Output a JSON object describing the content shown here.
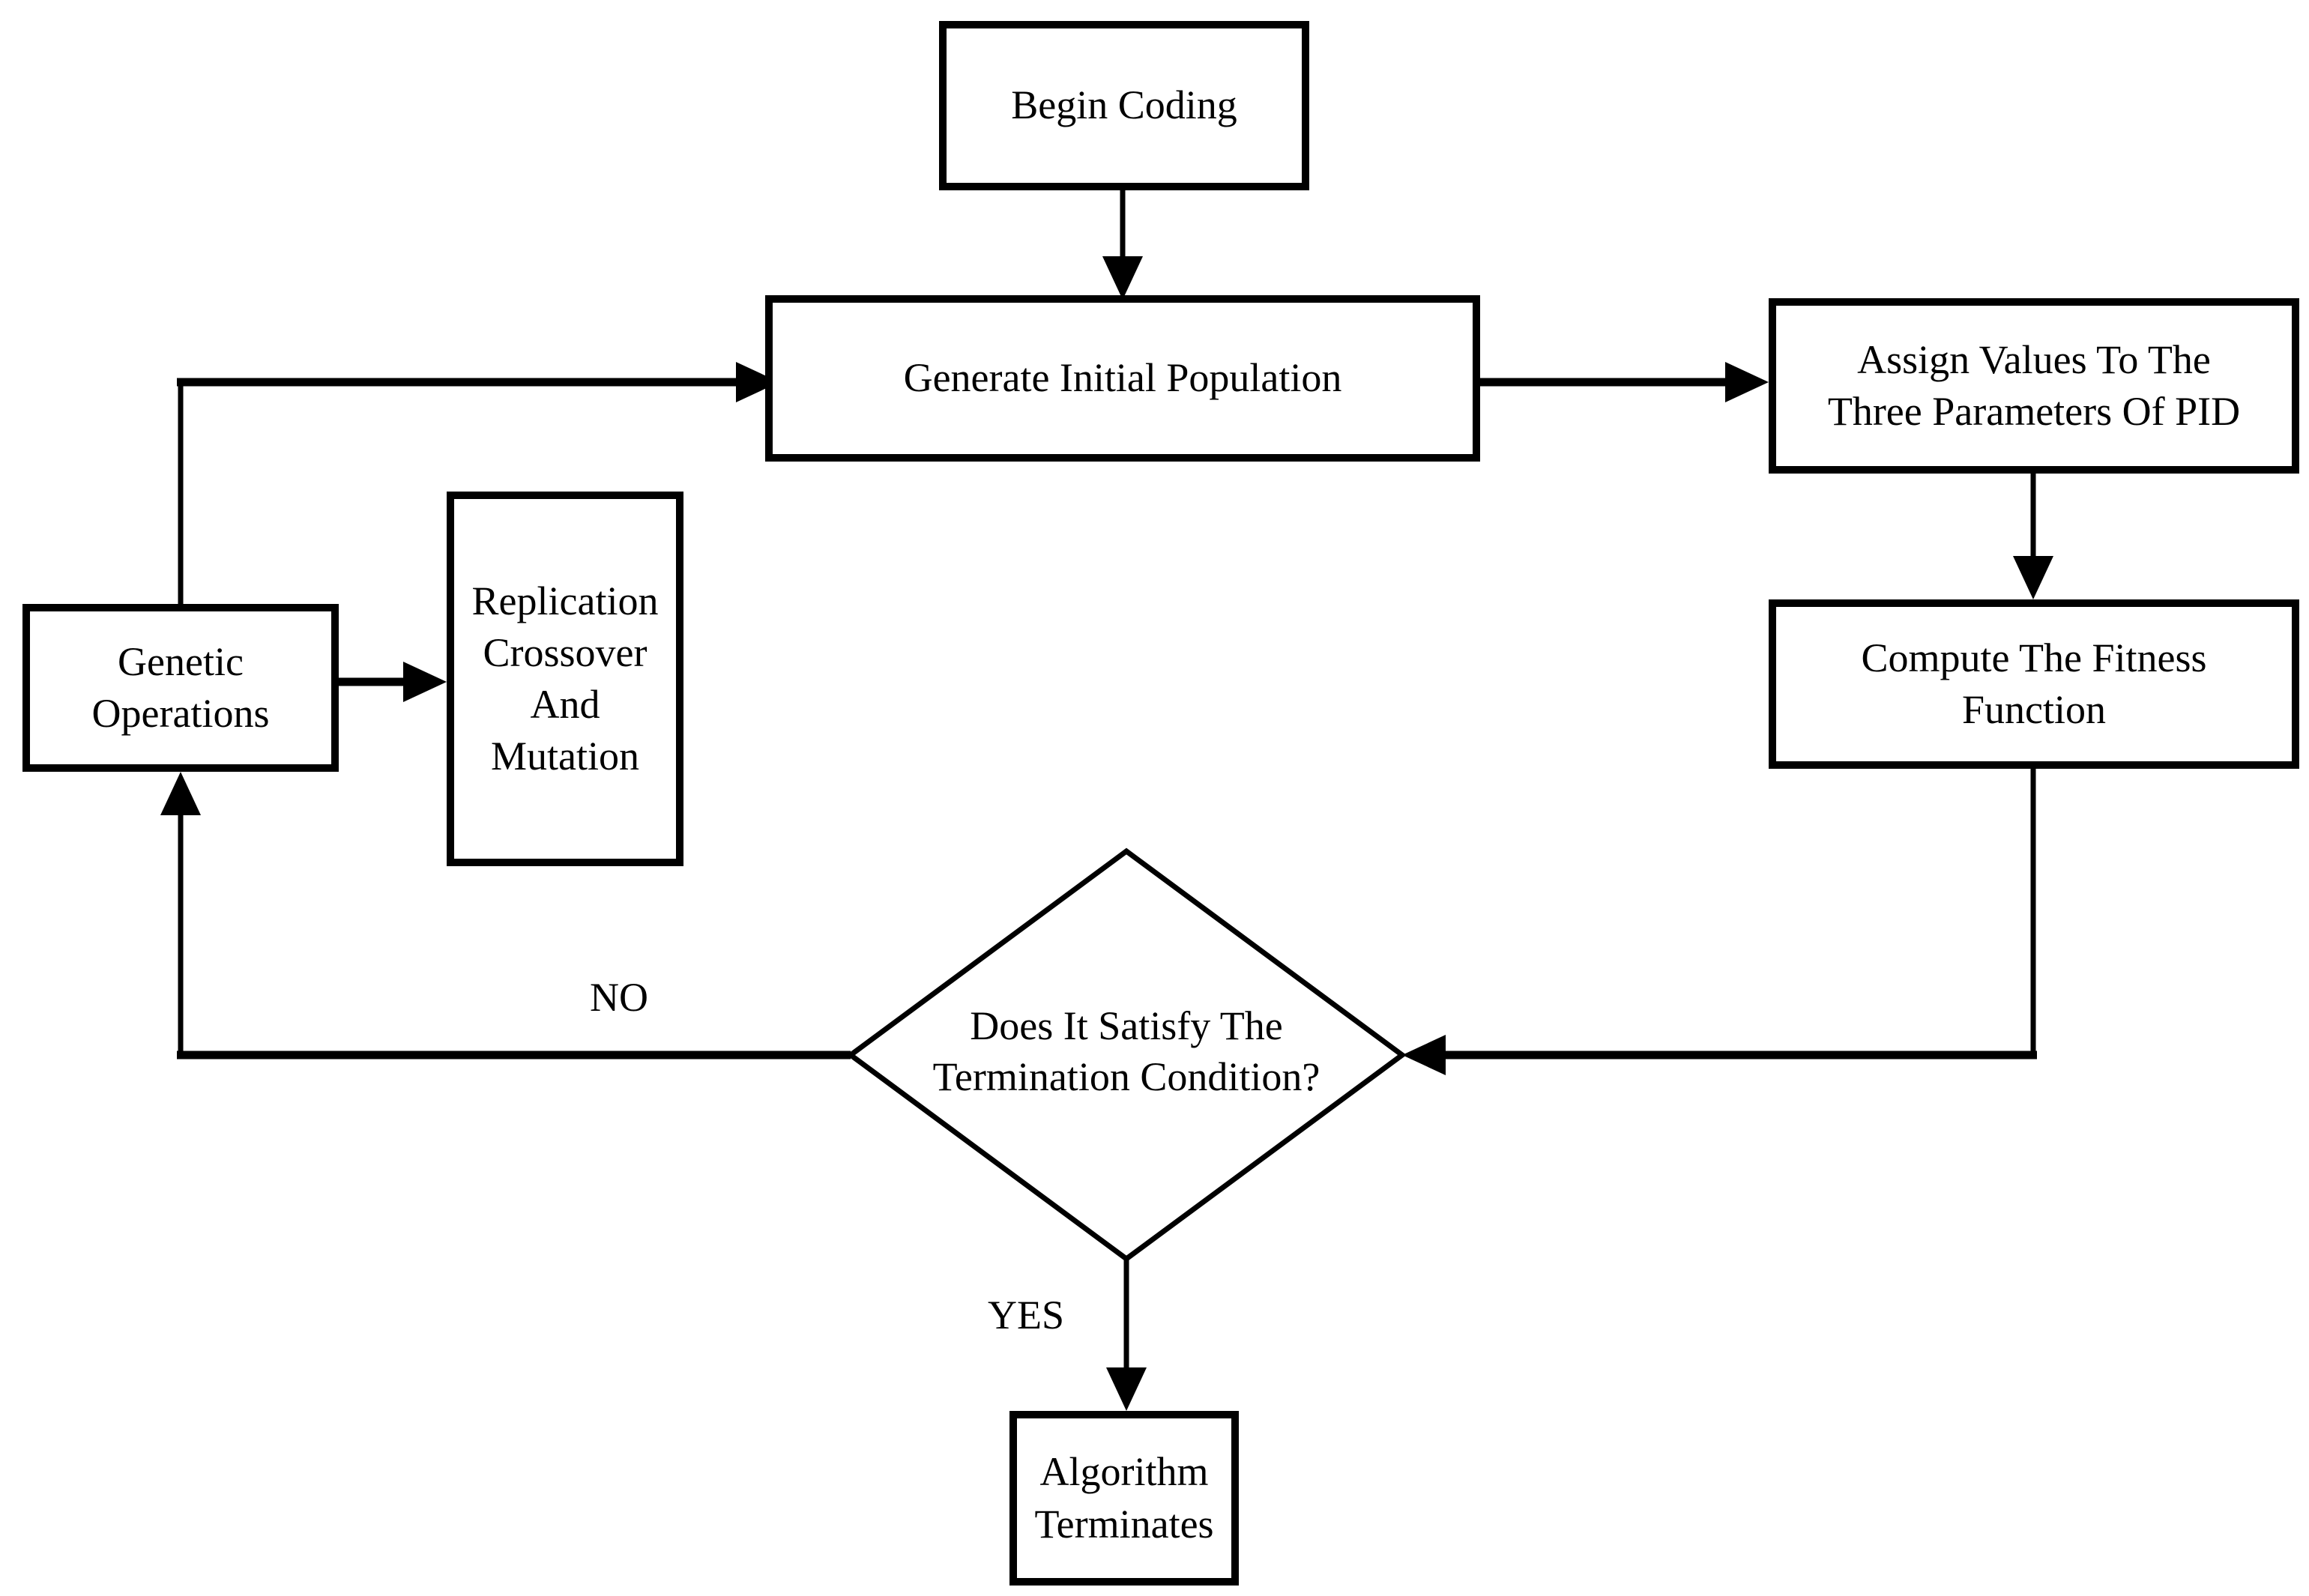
{
  "diagram": {
    "type": "flowchart",
    "colors": {
      "stroke": "#000000",
      "node_fill": "#ffffff",
      "text": "#000000",
      "background": "#ffffff"
    },
    "nodes": {
      "begin": {
        "label": "Begin Coding",
        "shape": "rect"
      },
      "generate": {
        "label": "Generate Initial Population",
        "shape": "rect"
      },
      "assign": {
        "label": "Assign Values To The\nThree Parameters Of PID",
        "shape": "rect"
      },
      "compute": {
        "label": "Compute The Fitness\nFunction",
        "shape": "rect"
      },
      "genetic": {
        "label": "Genetic\nOperations",
        "shape": "rect"
      },
      "replication": {
        "label": "Replication\nCrossover\nAnd\nMutation",
        "shape": "rect"
      },
      "decision": {
        "label": "Does It Satisfy The\nTermination Condition?",
        "shape": "diamond"
      },
      "terminate": {
        "label": "Algorithm\nTerminates",
        "shape": "rect"
      }
    },
    "edge_labels": {
      "no": "NO",
      "yes": "YES"
    },
    "edges": [
      {
        "from": "begin",
        "to": "generate"
      },
      {
        "from": "generate",
        "to": "assign"
      },
      {
        "from": "assign",
        "to": "compute"
      },
      {
        "from": "compute",
        "to": "decision"
      },
      {
        "from": "decision",
        "to": "genetic",
        "label": "NO"
      },
      {
        "from": "decision",
        "to": "terminate",
        "label": "YES"
      },
      {
        "from": "genetic",
        "to": "generate"
      },
      {
        "from": "genetic",
        "to": "replication"
      }
    ]
  }
}
